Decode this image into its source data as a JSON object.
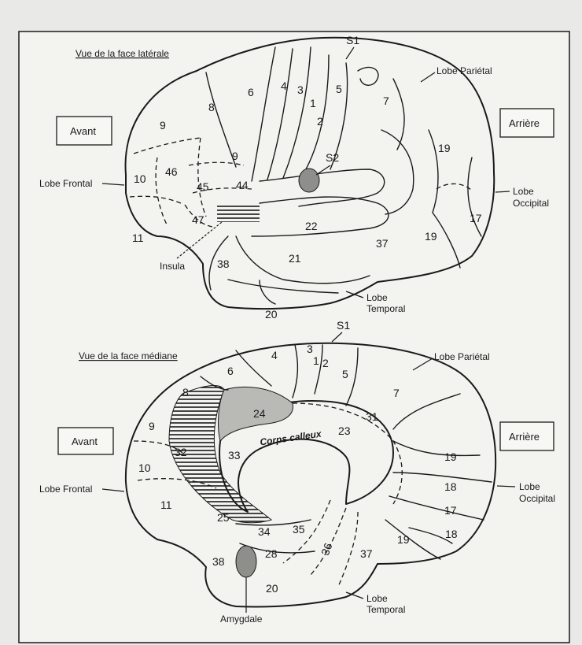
{
  "lateral": {
    "title": "Vue de la face latérale",
    "avant": "Avant",
    "arriere": "Arrière",
    "labels": {
      "s1": "S1",
      "s2": "S2",
      "lobe_parietal": "Lobe Pariétal",
      "lobe_frontal": "Lobe Frontal",
      "lobe_occipital_1": "Lobe",
      "lobe_occipital_2": "Occipital",
      "lobe_temporal_1": "Lobe",
      "lobe_temporal_2": "Temporal",
      "insula": "Insula"
    },
    "areas": [
      "6",
      "4",
      "3",
      "1",
      "5",
      "7",
      "2",
      "8",
      "9",
      "9",
      "46",
      "10",
      "45",
      "44",
      "47",
      "11",
      "22",
      "37",
      "19",
      "19",
      "17",
      "21",
      "38",
      "20"
    ]
  },
  "medial": {
    "title": "Vue de la face médiane",
    "avant": "Avant",
    "arriere": "Arrière",
    "labels": {
      "s1": "S1",
      "lobe_parietal": "Lobe Pariétal",
      "lobe_frontal": "Lobe Frontal",
      "lobe_occipital_1": "Lobe",
      "lobe_occipital_2": "Occipital",
      "lobe_temporal_1": "Lobe",
      "lobe_temporal_2": "Temporal",
      "corps_calleux": "Corps calleux",
      "amygdale": "Amygdale"
    },
    "areas": [
      "4",
      "3",
      "1",
      "2",
      "5",
      "6",
      "7",
      "8",
      "24",
      "31",
      "9",
      "23",
      "32",
      "33",
      "10",
      "19",
      "18",
      "11",
      "17",
      "25",
      "18",
      "34",
      "35",
      "28",
      "36",
      "37",
      "19",
      "38",
      "20"
    ]
  },
  "colors": {
    "outline": "#1a1a1a",
    "shaded": "#b9b9b6",
    "paper": "#e9e9e7"
  }
}
